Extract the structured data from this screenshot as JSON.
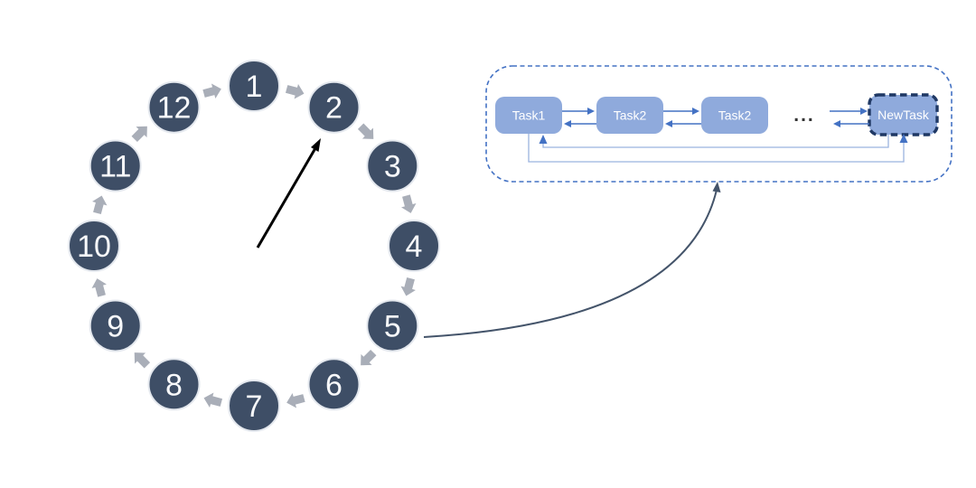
{
  "colors": {
    "circle_fill": "#3E4E66",
    "circle_stroke": "#E4E8EE",
    "number_text": "#F8F9FB",
    "gray_arrow": "#A9AEB8",
    "hand_black": "#000000",
    "slate_connector": "#44546A",
    "accent_blue": "#4472C4",
    "feedback_line": "#9BB3DF",
    "box_fill": "#8FAADC",
    "box_text": "#FFFFFF",
    "newtask_border_navy": "#1F3864",
    "ellipsis_color": "#333333"
  },
  "diagram": {
    "clock": {
      "numbers": [
        "1",
        "2",
        "3",
        "4",
        "5",
        "6",
        "7",
        "8",
        "9",
        "10",
        "11",
        "12"
      ]
    },
    "task_flow": {
      "boxes": [
        {
          "label": "Task1",
          "highlighted": false
        },
        {
          "label": "Task2",
          "highlighted": false
        },
        {
          "label": "Task2",
          "highlighted": false
        },
        {
          "label": "NewTask",
          "highlighted": true
        }
      ],
      "ellipsis": "..."
    }
  }
}
